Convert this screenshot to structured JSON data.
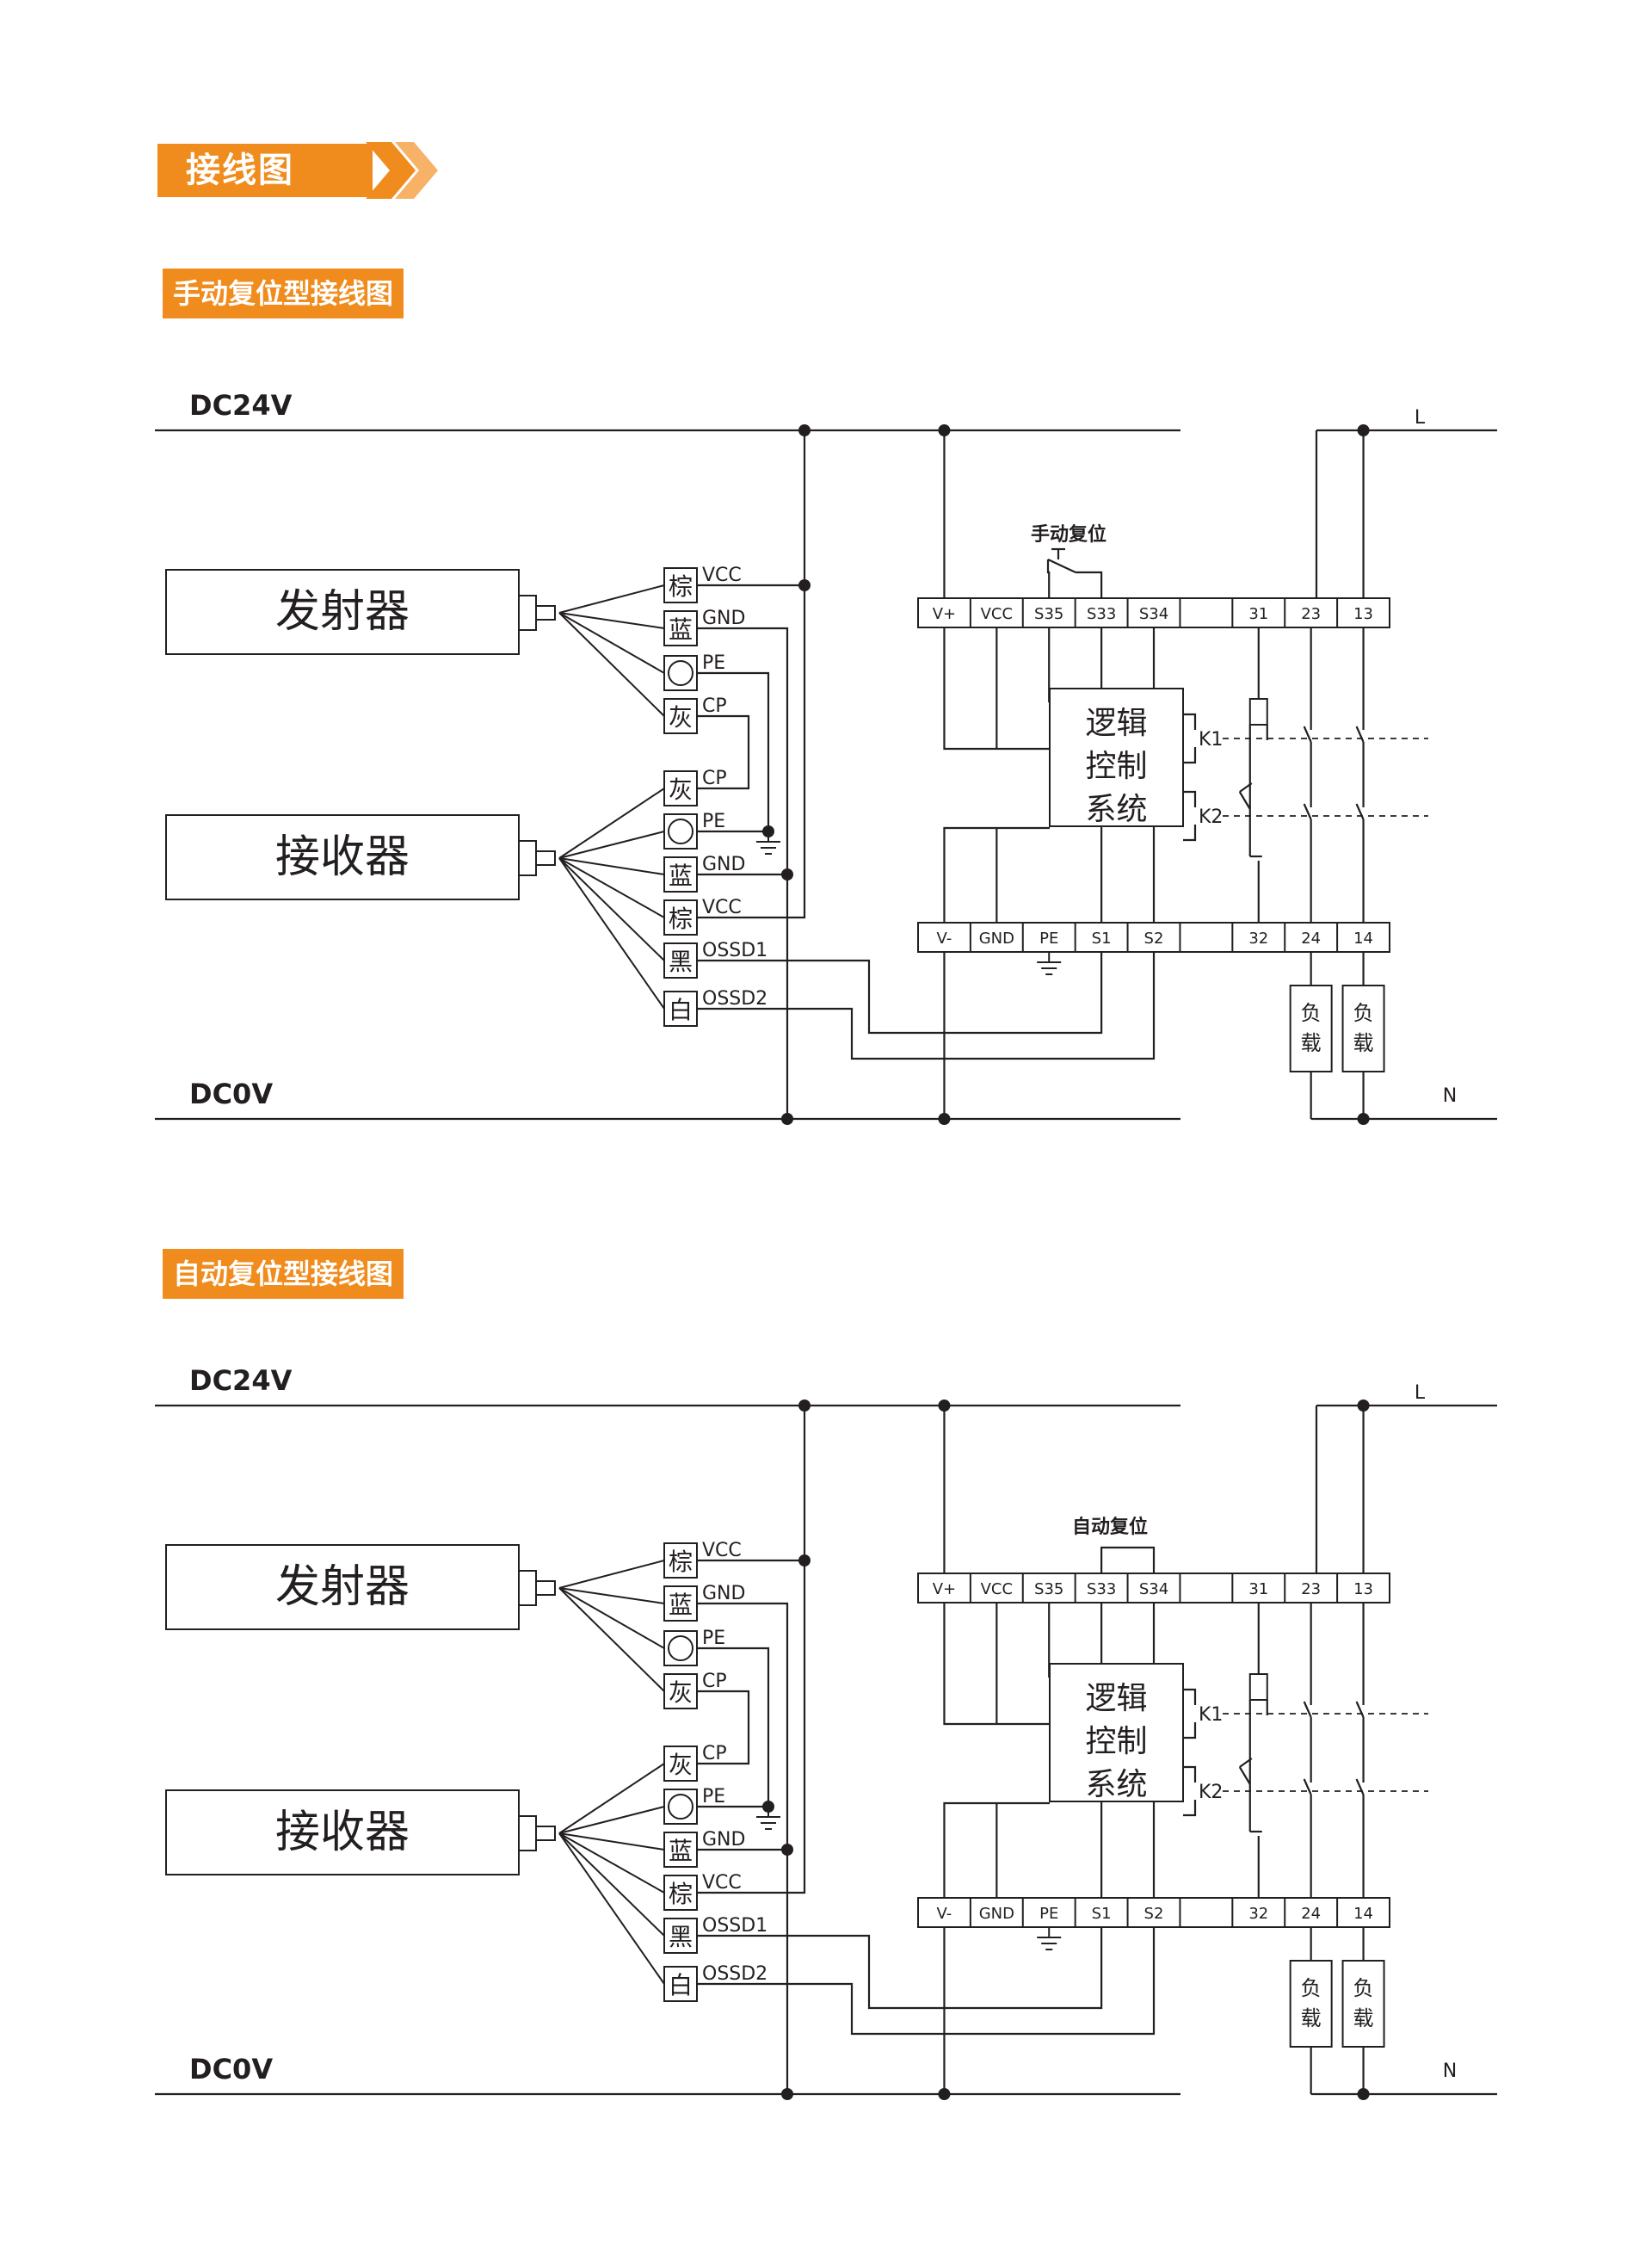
{
  "header": {
    "title": "接线图"
  },
  "colors": {
    "accent": "#f08c1e",
    "accent_light": "#f7b267",
    "line": "#231f20"
  },
  "sections": [
    {
      "title": "手动复位型接线图",
      "reset_label": "手动复位",
      "reset_type": "manual-pushbutton"
    },
    {
      "title": "自动复位型接线图",
      "reset_label": "自动复位",
      "reset_type": "auto-jumper"
    }
  ],
  "rails": {
    "top": "DC24V",
    "bottom": "DC0V",
    "line": "L",
    "neutral": "N"
  },
  "emitter": {
    "label": "发射器",
    "wires": [
      {
        "color": "棕",
        "signal": "VCC"
      },
      {
        "color": "蓝",
        "signal": "GND"
      },
      {
        "color": "",
        "signal": "PE"
      },
      {
        "color": "灰",
        "signal": "CP"
      }
    ]
  },
  "receiver": {
    "label": "接收器",
    "wires": [
      {
        "color": "灰",
        "signal": "CP"
      },
      {
        "color": "",
        "signal": "PE"
      },
      {
        "color": "蓝",
        "signal": "GND"
      },
      {
        "color": "棕",
        "signal": "VCC"
      },
      {
        "color": "黑",
        "signal": "OSSD1"
      },
      {
        "color": "白",
        "signal": "OSSD2"
      }
    ]
  },
  "relay": {
    "top_terminals": [
      "V+",
      "VCC",
      "S35",
      "S33",
      "S34",
      "",
      "31",
      "23",
      "13"
    ],
    "bottom_terminals": [
      "V-",
      "GND",
      "PE",
      "S1",
      "S2",
      "",
      "32",
      "24",
      "14"
    ],
    "logic_lines": [
      "逻辑",
      "控制",
      "系统"
    ],
    "k1": "K1",
    "k2": "K2",
    "load_label": [
      "负",
      "载"
    ]
  }
}
